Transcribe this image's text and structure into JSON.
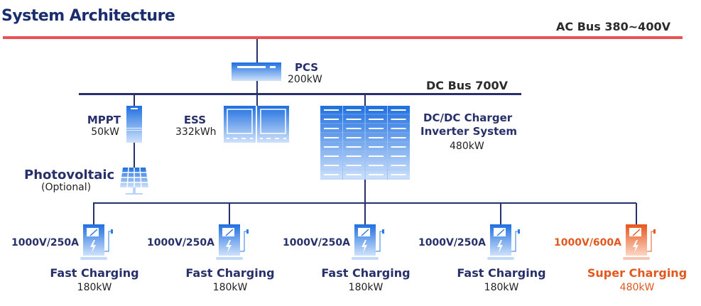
{
  "title": "System Architecture",
  "ac_bus": {
    "label": "AC Bus 380~400V",
    "color": "#e85252"
  },
  "dc_bus": {
    "label": "DC Bus 700V",
    "color": "#27306a"
  },
  "pcs": {
    "name": "PCS",
    "rating": "200kW"
  },
  "mppt": {
    "name": "MPPT",
    "rating": "50kW"
  },
  "ess": {
    "name": "ESS",
    "rating": "332kWh"
  },
  "dcdc": {
    "name_line1": "DC/DC Charger",
    "name_line2": "Inverter System",
    "rating": "480kW"
  },
  "pv": {
    "name": "Photovoltaic",
    "note": "(Optional)"
  },
  "chargers": [
    {
      "spec": "1000V/250A",
      "type": "Fast Charging",
      "power": "180kW",
      "color": "#2a7de1"
    },
    {
      "spec": "1000V/250A",
      "type": "Fast Charging",
      "power": "180kW",
      "color": "#2a7de1"
    },
    {
      "spec": "1000V/250A",
      "type": "Fast Charging",
      "power": "180kW",
      "color": "#2a7de1"
    },
    {
      "spec": "1000V/250A",
      "type": "Fast Charging",
      "power": "180kW",
      "color": "#2a7de1"
    },
    {
      "spec": "1000V/600A",
      "type": "Super Charging",
      "power": "480kW",
      "color": "#e2581f"
    }
  ]
}
